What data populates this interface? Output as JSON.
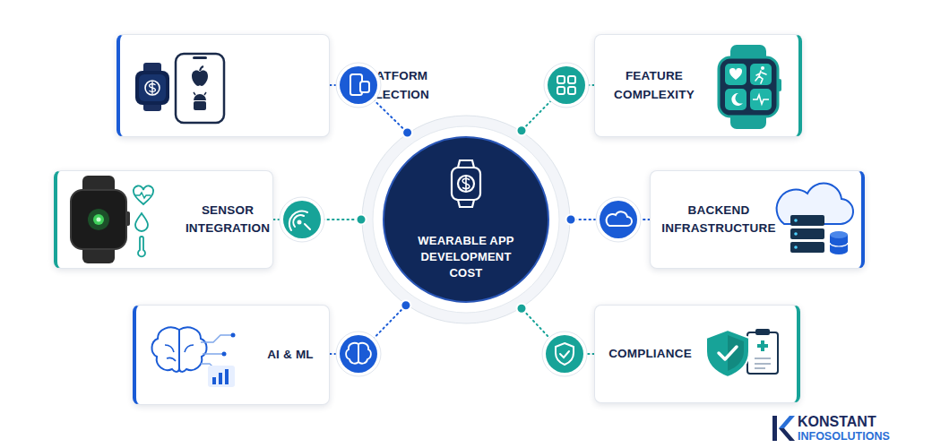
{
  "diagram": {
    "nodes": [
      {
        "text": [
          "PLATFORM SELECTION"
        ]
      },
      {
        "text": [
          "FEATURE COMPLEXITY"
        ]
      },
      {
        "text": [
          "SENSOR INTEGRATION"
        ]
      },
      {
        "text": [
          "WEARABLE APP DEVELOPMENT COST"
        ]
      },
      {
        "text": [
          "BACKEND INFRASTRUCTURE"
        ]
      },
      {
        "text": [
          "AI & ML"
        ]
      },
      {
        "text": [
          "COMPLIANCE"
        ]
      }
    ],
    "edges": [
      {
        "from": 0,
        "to": 3,
        "arrow": "none"
      },
      {
        "from": 1,
        "to": 3,
        "arrow": "none"
      },
      {
        "from": 2,
        "to": 3,
        "arrow": "none"
      },
      {
        "from": 4,
        "to": 3,
        "arrow": "none"
      },
      {
        "from": 5,
        "to": 3,
        "arrow": "none"
      },
      {
        "from": 6,
        "to": 3,
        "arrow": "none"
      }
    ],
    "labels": [
      "KONSTANT",
      "INFOSOLUTIONS"
    ]
  }
}
